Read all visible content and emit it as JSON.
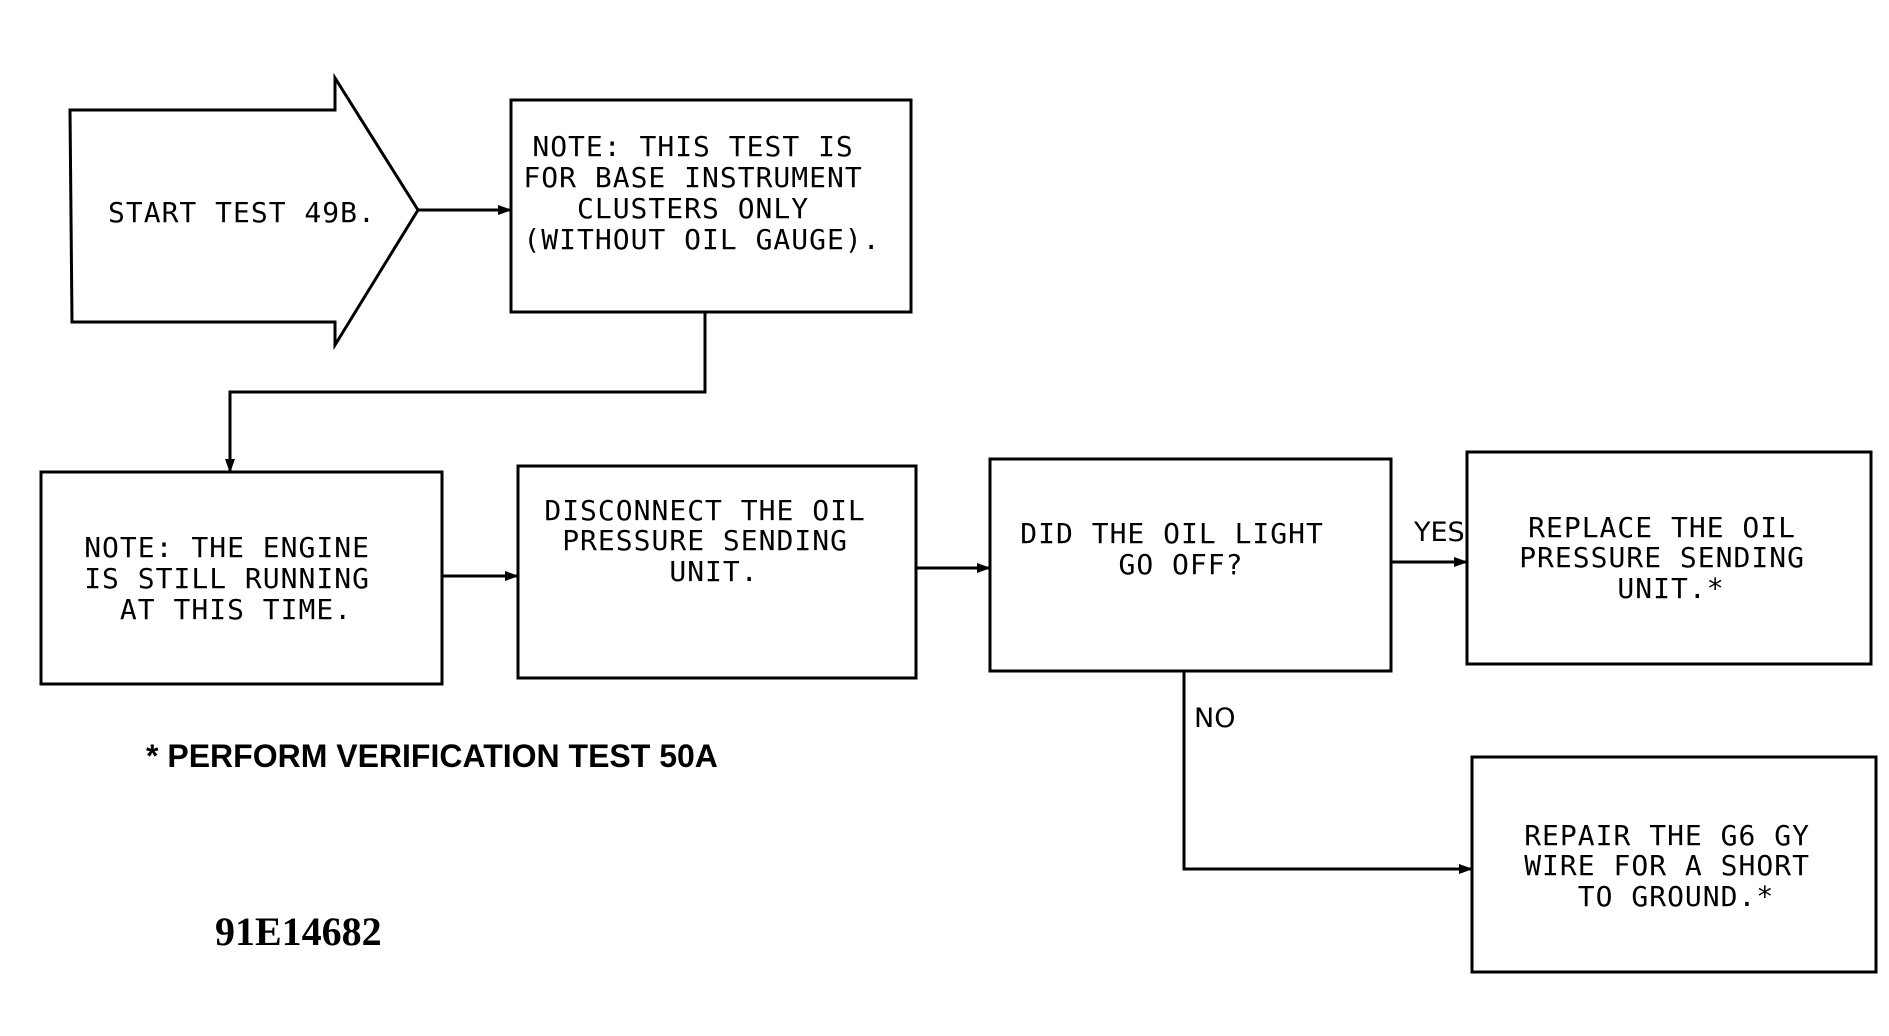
{
  "diagram": {
    "start": {
      "text": "START TEST 49B."
    },
    "note_top": {
      "lines": [
        "NOTE:  THIS TEST IS",
        "FOR BASE INSTRUMENT",
        "CLUSTERS ONLY",
        "(WITHOUT OIL GAUGE)."
      ]
    },
    "note_engine": {
      "lines": [
        "NOTE:  THE ENGINE",
        "IS STILL RUNNING",
        "AT THIS TIME."
      ]
    },
    "disconnect": {
      "lines": [
        "DISCONNECT THE OIL",
        "PRESSURE SENDING",
        "UNIT."
      ]
    },
    "question": {
      "lines": [
        "DID THE OIL LIGHT",
        "GO OFF?"
      ]
    },
    "replace": {
      "lines": [
        "REPLACE THE OIL",
        "PRESSURE SENDING",
        "UNIT.*"
      ]
    },
    "repair": {
      "lines": [
        "REPAIR THE G6 GY",
        "WIRE FOR A SHORT",
        "TO GROUND.*"
      ]
    },
    "yes_label": "YES",
    "no_label": "NO"
  },
  "footnote": "* PERFORM VERIFICATION TEST 50A",
  "figure_id": "91E14682"
}
